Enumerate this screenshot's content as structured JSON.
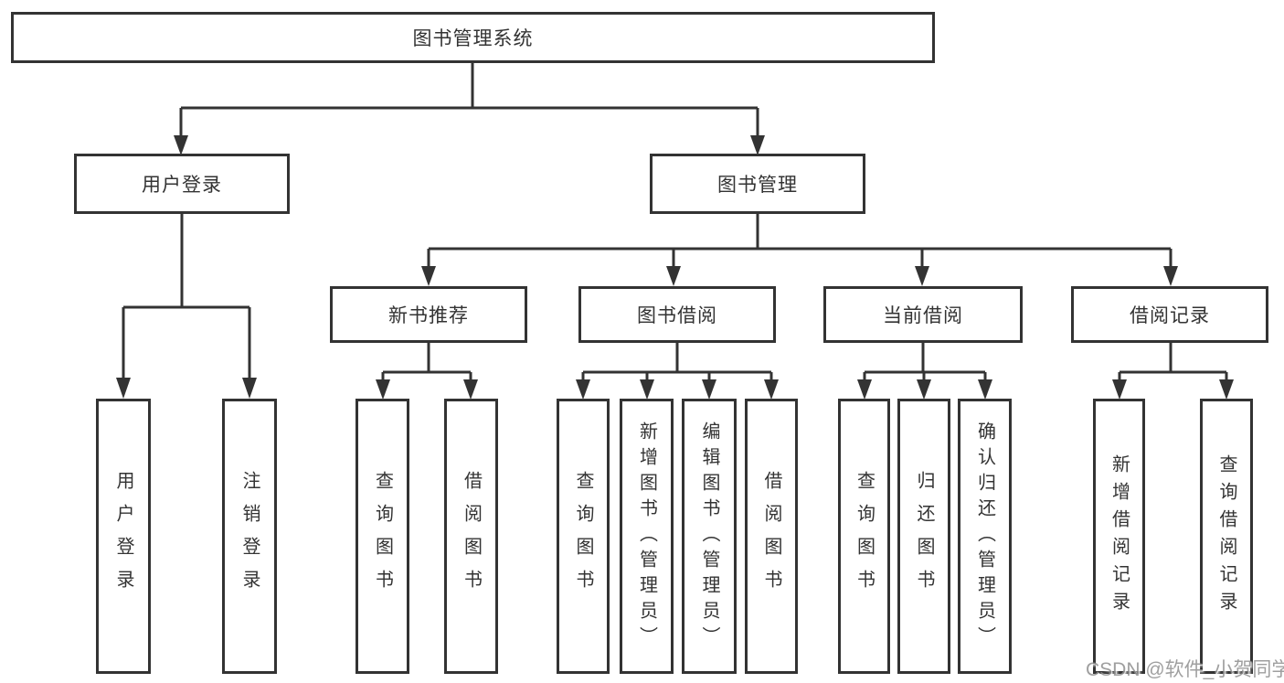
{
  "nodes": {
    "root": "图书管理系统",
    "login": "用户登录",
    "book_mgmt": "图书管理",
    "new_book": "新书推荐",
    "book_borrow": "图书借阅",
    "current_borrow": "当前借阅",
    "borrow_records": "借阅记录",
    "leaves": {
      "login": [
        "用户登录",
        "注销登录"
      ],
      "new_book": [
        "查询图书",
        "借阅图书"
      ],
      "book_borrow": [
        "查询图书",
        "新增图书（管理员）",
        "编辑图书（管理员）",
        "借阅图书"
      ],
      "current_borrow": [
        "查询图书",
        "归还图书",
        "确认归还（管理员）"
      ],
      "borrow_records": [
        "新增借阅记录",
        "查询借阅记录"
      ]
    }
  },
  "watermark": "CSDN @软件_小贺同学",
  "colors": {
    "line": "#333333",
    "box_border": "#333333",
    "box_fill": "#ffffff",
    "text": "#333333",
    "watermark": "#8f8f8f"
  }
}
